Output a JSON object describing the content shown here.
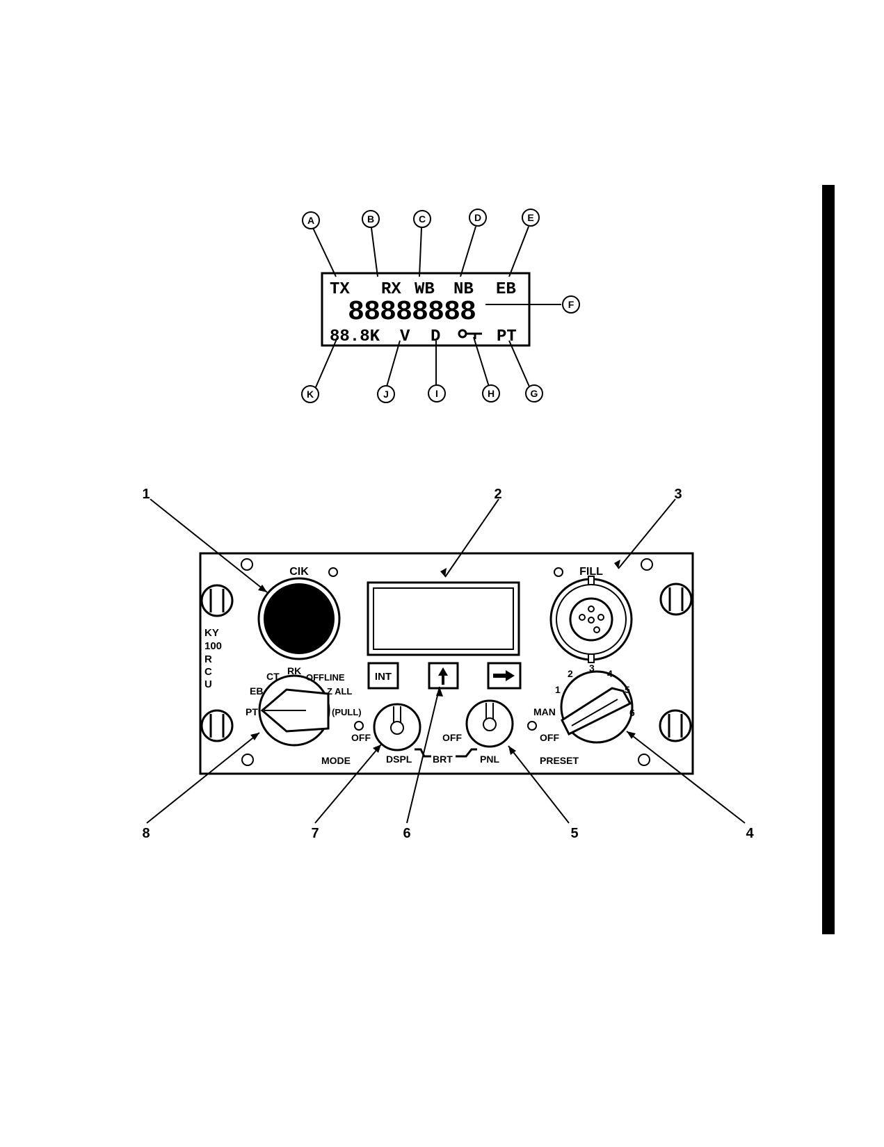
{
  "display_callouts": [
    "A",
    "B",
    "C",
    "D",
    "E",
    "F",
    "G",
    "H",
    "I",
    "J",
    "K"
  ],
  "display": {
    "top_indicators": [
      "TX",
      "RX",
      "WB",
      "NB",
      "EB"
    ],
    "alnum": "88888888",
    "rate": "88.8K",
    "voice": "V",
    "data": "D",
    "plaintext": "PT",
    "key_icon": "key-icon"
  },
  "panel_callouts": [
    "1",
    "2",
    "3",
    "4",
    "5",
    "6",
    "7",
    "8"
  ],
  "panel": {
    "clk_label": "CIK",
    "fill_label": "FILL",
    "nameplate": [
      "KY",
      "100",
      "R",
      "C",
      "U"
    ],
    "buttons": {
      "int": "INT",
      "up_icon": "arrow-up-icon",
      "right_icon": "arrow-right-icon"
    },
    "mode": {
      "label": "MODE",
      "positions": [
        "PT",
        "EB",
        "CT",
        "RK",
        "OFFLINE",
        "Z ALL",
        "(PULL)"
      ]
    },
    "dspl": {
      "label": "DSPL",
      "off": "OFF"
    },
    "brt_label": "BRT",
    "pnl": {
      "label": "PNL",
      "off": "OFF"
    },
    "preset": {
      "label": "PRESET",
      "positions": [
        "1",
        "2",
        "3",
        "4",
        "5",
        "6",
        "MAN",
        "OFF"
      ]
    }
  }
}
